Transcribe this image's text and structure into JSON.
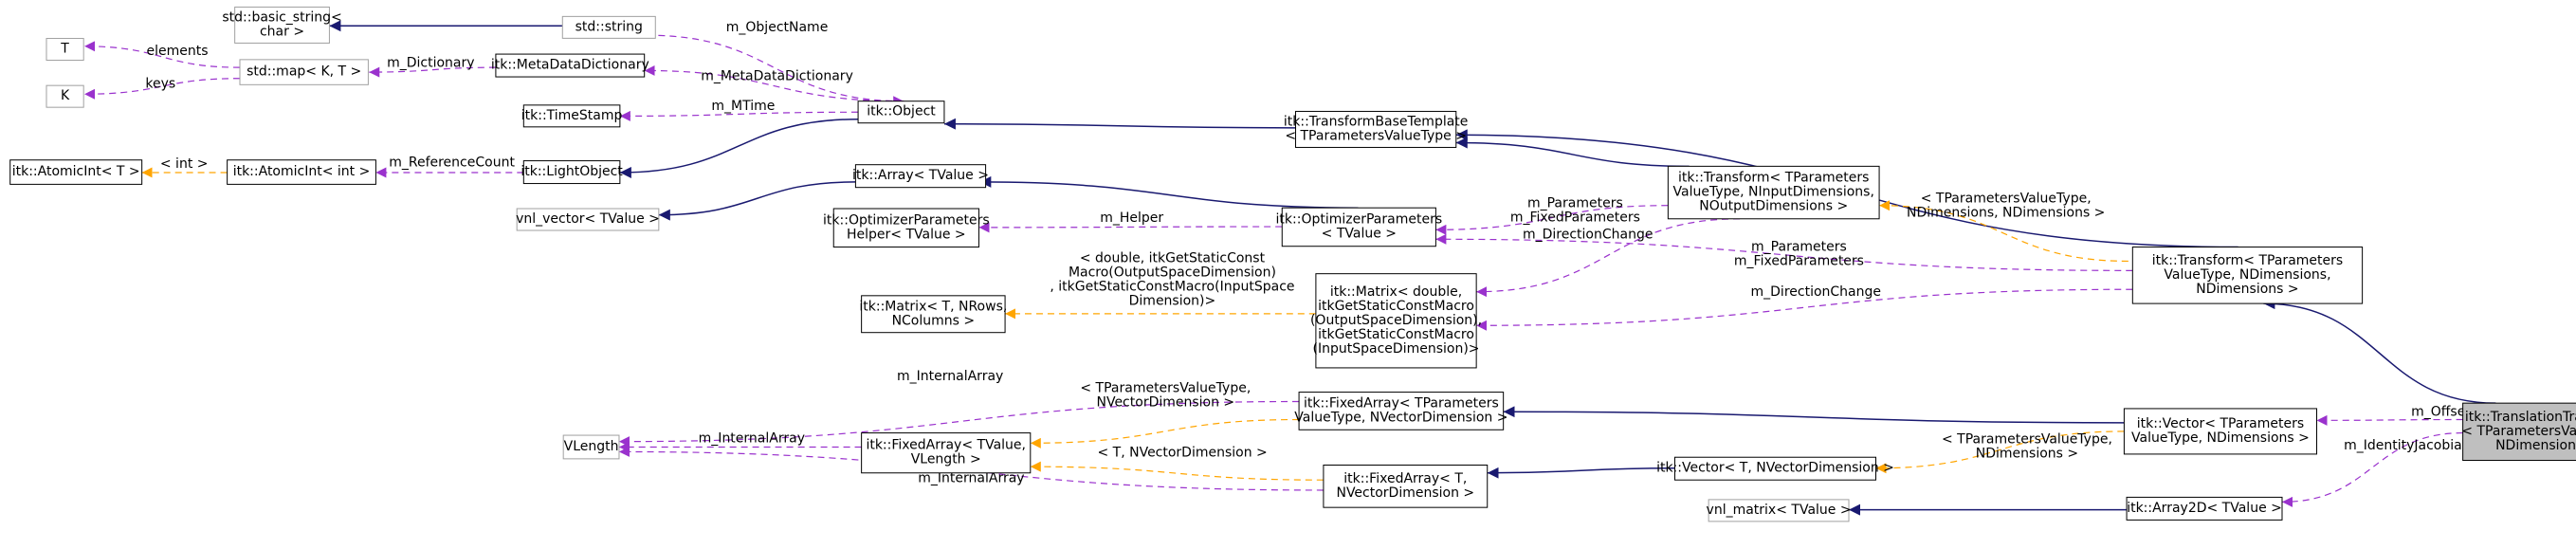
{
  "nodes": [
    {
      "id": "basic_string",
      "lines": [
        "std::basic_string<",
        "char >"
      ],
      "gray": true
    },
    {
      "id": "string",
      "lines": [
        "std::string"
      ],
      "gray": true
    },
    {
      "id": "T",
      "lines": [
        "T"
      ],
      "gray": true
    },
    {
      "id": "K",
      "lines": [
        "K"
      ],
      "gray": true
    },
    {
      "id": "map",
      "lines": [
        "std::map< K, T >"
      ],
      "gray": true
    },
    {
      "id": "mdd",
      "lines": [
        "itk::MetaDataDictionary"
      ]
    },
    {
      "id": "ts",
      "lines": [
        "itk::TimeStamp"
      ]
    },
    {
      "id": "obj",
      "lines": [
        "itk::Object"
      ]
    },
    {
      "id": "tbt",
      "lines": [
        "itk::TransformBaseTemplate",
        "< TParametersValueType >"
      ]
    },
    {
      "id": "aiT",
      "lines": [
        "itk::AtomicInt< T >"
      ]
    },
    {
      "id": "aiInt",
      "lines": [
        "itk::AtomicInt< int >"
      ]
    },
    {
      "id": "lo",
      "lines": [
        "itk::LightObject"
      ]
    },
    {
      "id": "arr",
      "lines": [
        "itk::Array< TValue >"
      ]
    },
    {
      "id": "vnlvec",
      "lines": [
        "vnl_vector< TValue >"
      ],
      "gray": true
    },
    {
      "id": "oph",
      "lines": [
        "itk::OptimizerParameters",
        "Helper< TValue >"
      ]
    },
    {
      "id": "op",
      "lines": [
        "itk::OptimizerParameters",
        "< TValue >"
      ]
    },
    {
      "id": "tf1",
      "lines": [
        "itk::Transform< TParameters",
        "ValueType, NInputDimensions,",
        "NOutputDimensions >"
      ]
    },
    {
      "id": "tf2",
      "lines": [
        "itk::Transform< TParameters",
        "ValueType, NDimensions,",
        "NDimensions >"
      ]
    },
    {
      "id": "mtxT",
      "lines": [
        "itk::Matrix< T, NRows,",
        "NColumns >"
      ]
    },
    {
      "id": "mtxD",
      "lines": [
        "itk::Matrix< double,",
        "itkGetStaticConstMacro",
        "(OutputSpaceDimension),",
        "itkGetStaticConstMacro",
        "(InputSpaceDimension)>"
      ]
    },
    {
      "id": "vlen",
      "lines": [
        "VLength"
      ],
      "gray": true
    },
    {
      "id": "faTP",
      "lines": [
        "itk::FixedArray< TParameters",
        "ValueType, NVectorDimension >"
      ]
    },
    {
      "id": "faTV",
      "lines": [
        "itk::FixedArray< TValue,",
        "VLength >"
      ]
    },
    {
      "id": "faT",
      "lines": [
        "itk::FixedArray< T,",
        "NVectorDimension >"
      ]
    },
    {
      "id": "vecT",
      "lines": [
        "itk::Vector< T, NVectorDimension >"
      ]
    },
    {
      "id": "vecTP",
      "lines": [
        "itk::Vector< TParameters",
        "ValueType, NDimensions >"
      ]
    },
    {
      "id": "trans",
      "lines": [
        "itk::TranslationTransform",
        "< TParametersValueType,",
        "NDimensions >"
      ],
      "focus": true
    },
    {
      "id": "vnlmat",
      "lines": [
        "vnl_matrix< TValue >"
      ],
      "gray": true
    },
    {
      "id": "a2d",
      "lines": [
        "itk::Array2D< TValue >"
      ]
    }
  ],
  "edges": [
    {
      "from": "basic_string",
      "to": "string",
      "kind": "inheritance"
    },
    {
      "from": "string",
      "to": "obj",
      "kind": "usage",
      "label": [
        "m_ObjectName"
      ]
    },
    {
      "from": "map",
      "to": "T",
      "kind": "usage",
      "label": [
        "elements"
      ]
    },
    {
      "from": "map",
      "to": "K",
      "kind": "usage",
      "label": [
        "keys"
      ]
    },
    {
      "from": "mdd",
      "to": "map",
      "kind": "usage",
      "label": [
        "m_Dictionary"
      ]
    },
    {
      "from": "obj",
      "to": "mdd",
      "kind": "usage",
      "label": [
        "m_MetaDataDictionary"
      ]
    },
    {
      "from": "obj",
      "to": "ts",
      "kind": "usage",
      "label": [
        "m_MTime"
      ]
    },
    {
      "from": "obj",
      "to": "lo",
      "kind": "inheritance"
    },
    {
      "from": "tbt",
      "to": "obj",
      "kind": "inheritance"
    },
    {
      "from": "aiInt",
      "to": "aiT",
      "kind": "template",
      "label": [
        "< int >"
      ]
    },
    {
      "from": "lo",
      "to": "aiInt",
      "kind": "usage",
      "label": [
        "m_ReferenceCount"
      ]
    },
    {
      "from": "arr",
      "to": "vnlvec",
      "kind": "inheritance"
    },
    {
      "from": "op",
      "to": "arr",
      "kind": "inheritance"
    },
    {
      "from": "op",
      "to": "oph",
      "kind": "usage",
      "label": [
        "m_Helper"
      ]
    },
    {
      "from": "tf1",
      "to": "tbt",
      "kind": "inheritance"
    },
    {
      "from": "tf1",
      "to": "op",
      "kind": "usage",
      "label": [
        "m_Parameters",
        "m_FixedParameters"
      ]
    },
    {
      "from": "tf1",
      "to": "mtxD",
      "kind": "usage",
      "label": [
        "m_DirectionChange"
      ]
    },
    {
      "from": "tf2",
      "to": "tbt",
      "kind": "inheritance"
    },
    {
      "from": "tf2",
      "to": "tf1",
      "kind": "template",
      "label": [
        "< TParametersValueType,",
        "NDimensions, NDimensions >"
      ]
    },
    {
      "from": "tf2",
      "to": "op",
      "kind": "usage",
      "label": [
        "m_Parameters",
        "m_FixedParameters"
      ]
    },
    {
      "from": "tf2",
      "to": "mtxD",
      "kind": "usage",
      "label": [
        "m_DirectionChange"
      ]
    },
    {
      "from": "mtxD",
      "to": "mtxT",
      "kind": "template",
      "label": [
        "< double, itkGetStaticConst",
        "Macro(OutputSpaceDimension)",
        ", itkGetStaticConstMacro(InputSpace",
        "Dimension)>"
      ]
    },
    {
      "from": "faTP",
      "to": "vlen",
      "kind": "usage",
      "label": [
        "m_InternalArray"
      ]
    },
    {
      "from": "faTP",
      "to": "faTV",
      "kind": "template",
      "label": [
        "< TParametersValueType,",
        "NVectorDimension >"
      ]
    },
    {
      "from": "faTV",
      "to": "vlen",
      "kind": "usage",
      "label": [
        "m_InternalArray"
      ]
    },
    {
      "from": "faT",
      "to": "vlen",
      "kind": "usage",
      "label": [
        "m_InternalArray"
      ]
    },
    {
      "from": "faT",
      "to": "faTV",
      "kind": "template",
      "label": [
        "< T, NVectorDimension >"
      ]
    },
    {
      "from": "vecT",
      "to": "faT",
      "kind": "inheritance"
    },
    {
      "from": "vecTP",
      "to": "faTP",
      "kind": "inheritance"
    },
    {
      "from": "vecTP",
      "to": "vecT",
      "kind": "template",
      "label": [
        "< TParametersValueType,",
        "NDimensions >"
      ]
    },
    {
      "from": "trans",
      "to": "tf2",
      "kind": "inheritance"
    },
    {
      "from": "trans",
      "to": "vecTP",
      "kind": "usage",
      "label": [
        "m_Offset"
      ]
    },
    {
      "from": "trans",
      "to": "a2d",
      "kind": "usage",
      "label": [
        "m_IdentityJacobian"
      ]
    },
    {
      "from": "a2d",
      "to": "vnlmat",
      "kind": "inheritance"
    }
  ]
}
